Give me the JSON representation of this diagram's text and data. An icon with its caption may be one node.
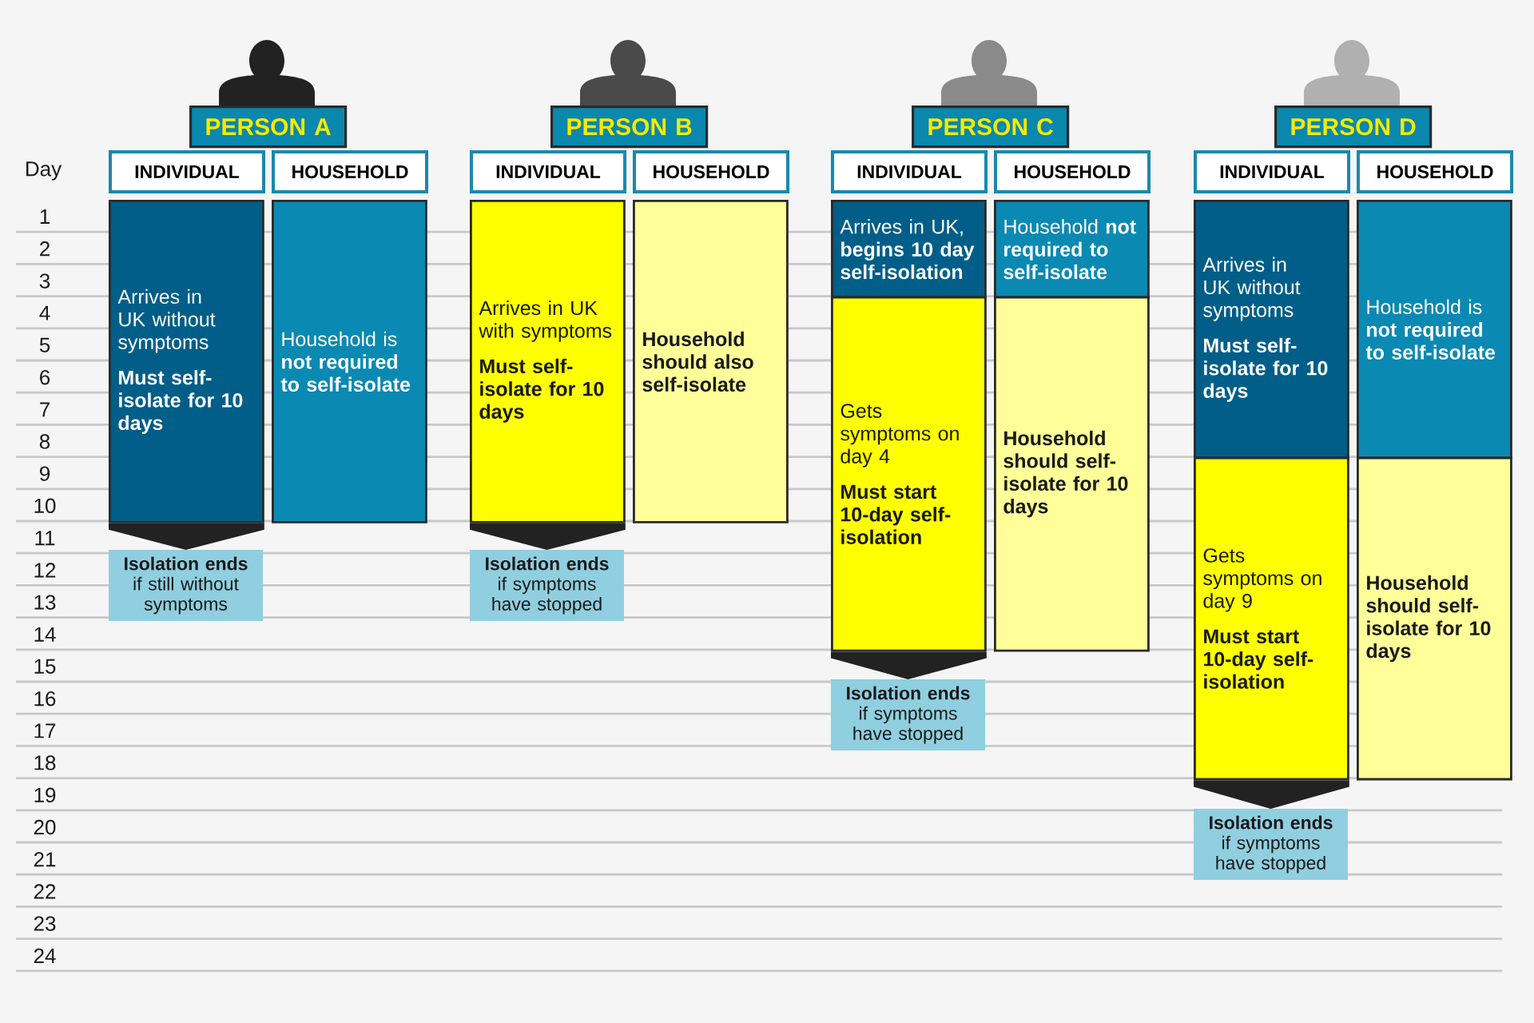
{
  "diagram": {
    "nodes": [
      {
        "text": [
          "PERSON A"
        ]
      },
      {
        "text": [
          "INDIVIDUAL"
        ]
      },
      {
        "text": [
          "HOUSEHOLD"
        ]
      },
      {
        "text": [
          "Arrives in UK without symptoms",
          "Must self-isolate for 10 days"
        ]
      },
      {
        "text": [
          "Household is **not required to self-isolate**"
        ]
      },
      {
        "text": [
          "Isolation ends",
          "if still without symptoms"
        ]
      },
      {
        "text": [
          "PERSON B"
        ]
      },
      {
        "text": [
          "INDIVIDUAL"
        ]
      },
      {
        "text": [
          "HOUSEHOLD"
        ]
      },
      {
        "text": [
          "Arrives in UK with symptoms",
          "Must self-isolate for 10 days"
        ]
      },
      {
        "text": [
          "Household should also self-isolate"
        ]
      },
      {
        "text": [
          "Isolation ends",
          "if symptoms have stopped"
        ]
      },
      {
        "text": [
          "PERSON C"
        ]
      },
      {
        "text": [
          "INDIVIDUAL"
        ]
      },
      {
        "text": [
          "HOUSEHOLD"
        ]
      },
      {
        "text": [
          "Arrives in UK, **begins 10 day self-isolation**"
        ]
      },
      {
        "text": [
          "Gets symptoms on day 4",
          "Must start 10-day self-isolation"
        ]
      },
      {
        "text": [
          "Household **not required to self-isolate**"
        ]
      },
      {
        "text": [
          "Household should self-isolate for 10 days"
        ]
      },
      {
        "text": [
          "Isolation ends",
          "if symptoms have stopped"
        ]
      },
      {
        "text": [
          "PERSON D"
        ]
      },
      {
        "text": [
          "INDIVIDUAL"
        ]
      },
      {
        "text": [
          "HOUSEHOLD"
        ]
      },
      {
        "text": [
          "Arrives in UK without symptoms",
          "Must self-isolate for 10 days"
        ]
      },
      {
        "text": [
          "Gets symptoms on day 9",
          "Must start 10-day self-isolation"
        ]
      },
      {
        "text": [
          "Household is **not required to self-isolate**"
        ]
      },
      {
        "text": [
          "Household should self-isolate for 10 days"
        ]
      },
      {
        "text": [
          "Isolation ends",
          "if symptoms have stopped"
        ]
      }
    ],
    "edges": [
      {
        "from": 3,
        "to": 5,
        "arrow": "to"
      },
      {
        "from": 9,
        "to": 11,
        "arrow": "to"
      },
      {
        "from": 16,
        "to": 19,
        "arrow": "to"
      },
      {
        "from": 24,
        "to": 27,
        "arrow": "to"
      }
    ],
    "labels": [
      "Day",
      "1",
      "2",
      "3",
      "4",
      "5",
      "6",
      "7",
      "8",
      "9",
      "10",
      "11",
      "12",
      "13",
      "14",
      "15",
      "16",
      "17",
      "18",
      "19",
      "20",
      "21",
      "22",
      "23",
      "24"
    ]
  }
}
